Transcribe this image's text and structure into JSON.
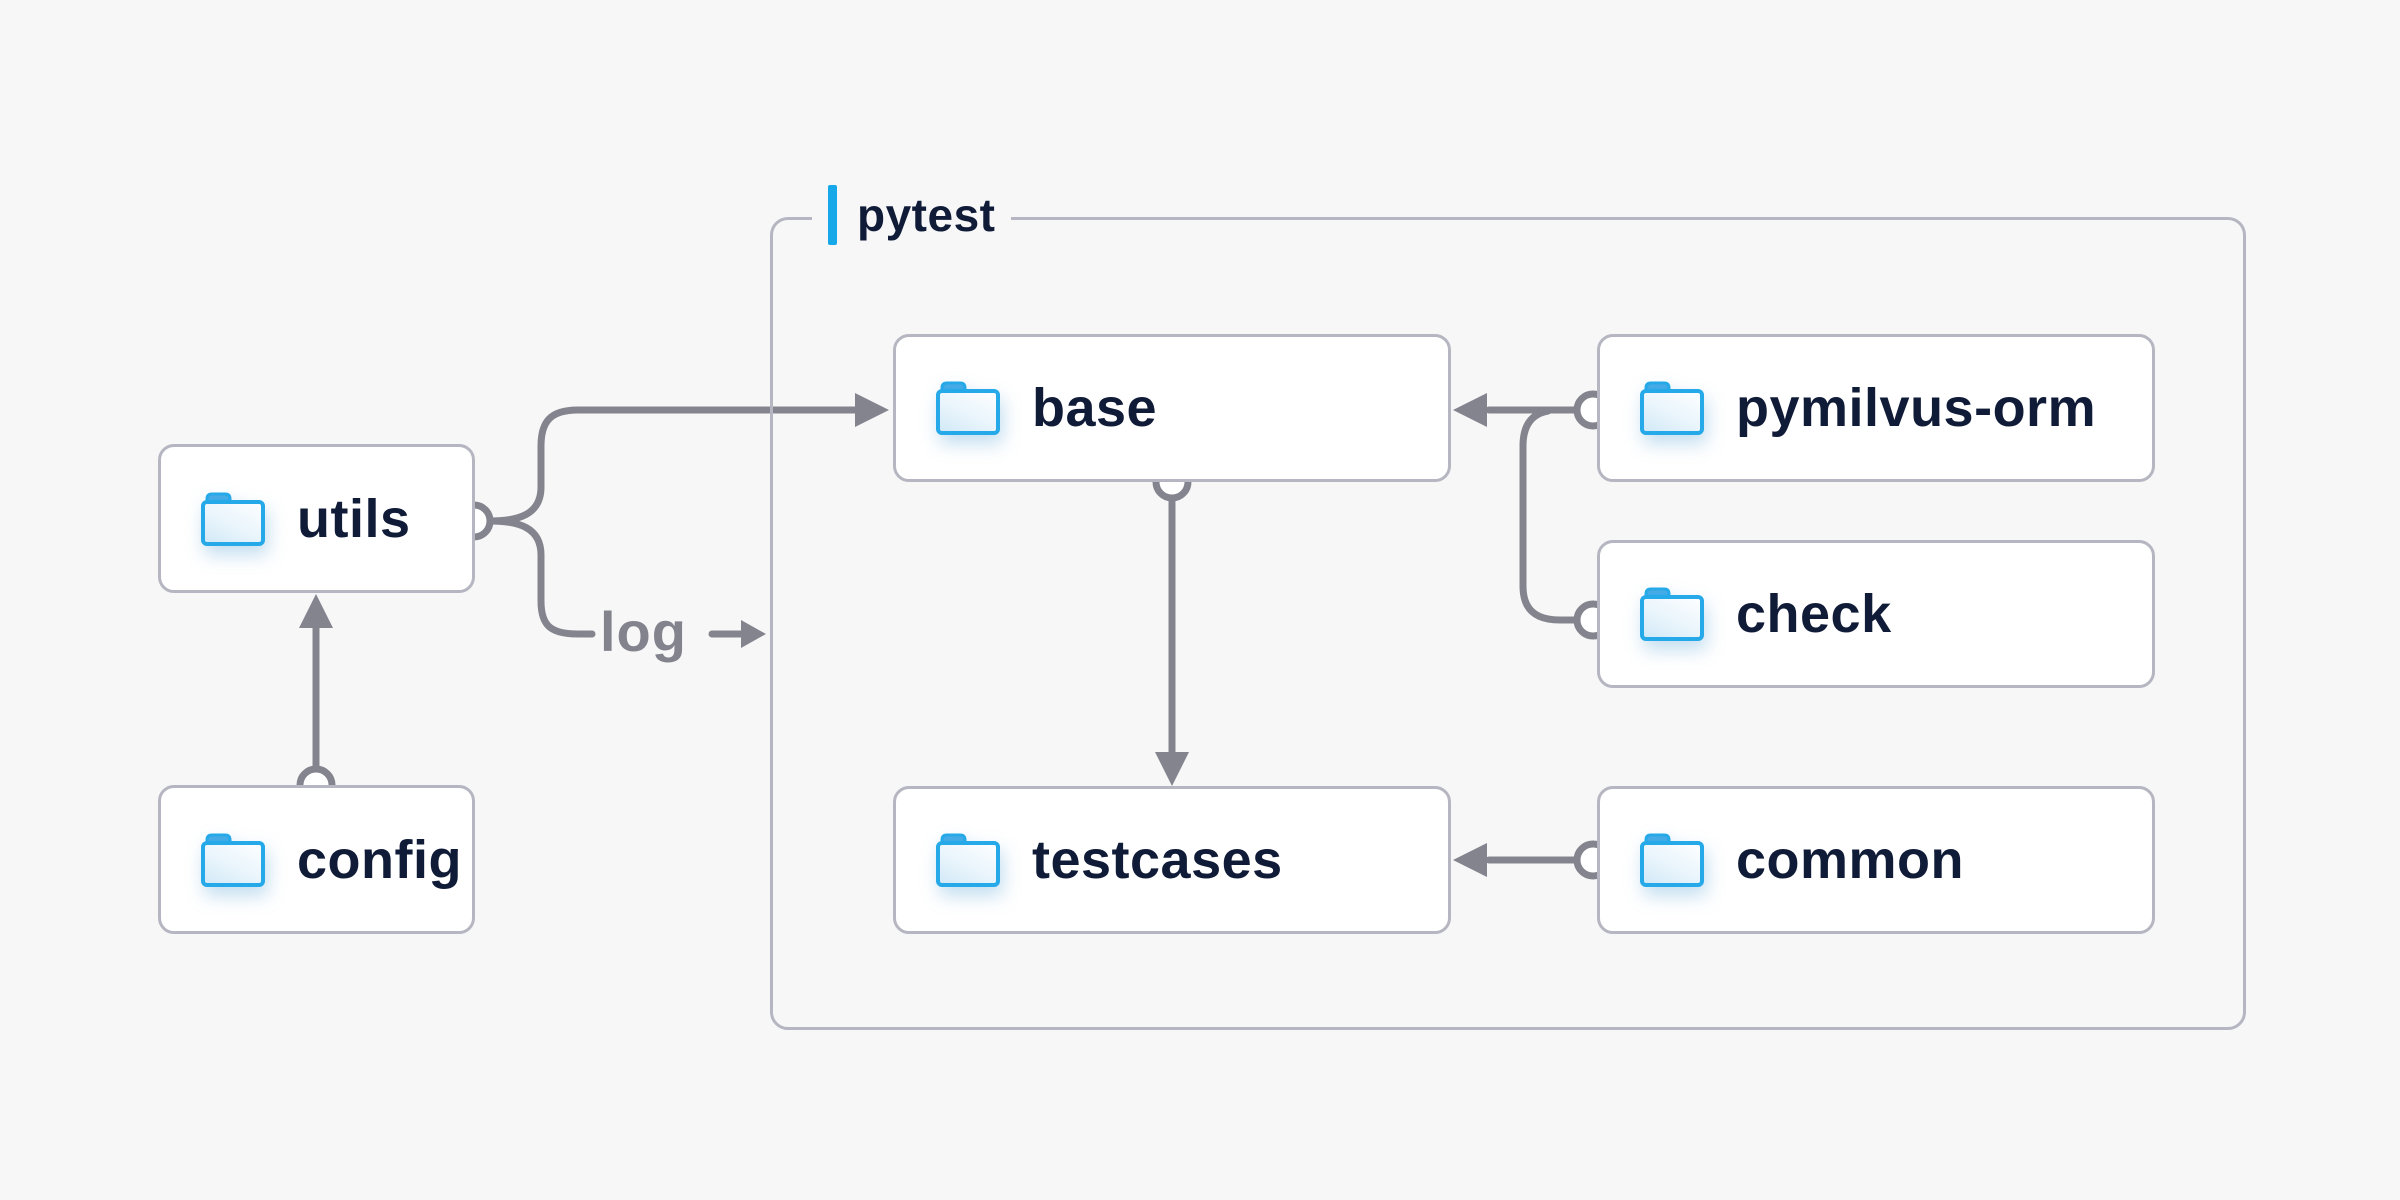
{
  "container": {
    "label": "pytest",
    "accent_color": "#17a8ea"
  },
  "nodes": {
    "utils": {
      "label": "utils",
      "icon": "folder-icon"
    },
    "config": {
      "label": "config",
      "icon": "folder-icon"
    },
    "base": {
      "label": "base",
      "icon": "folder-icon"
    },
    "pymilvus_orm": {
      "label": "pymilvus-orm",
      "icon": "folder-icon"
    },
    "check": {
      "label": "check",
      "icon": "folder-icon"
    },
    "testcases": {
      "label": "testcases",
      "icon": "folder-icon"
    },
    "common": {
      "label": "common",
      "icon": "folder-icon"
    }
  },
  "labels": {
    "log": "log"
  },
  "edges": [
    {
      "from": "config",
      "to": "utils",
      "style": "arrow"
    },
    {
      "from": "utils",
      "to": "base",
      "style": "arrow"
    },
    {
      "from": "utils",
      "to": "log",
      "style": "arrow-label"
    },
    {
      "from": "pymilvus-orm",
      "to": "base",
      "style": "arrow"
    },
    {
      "from": "check",
      "to": "base",
      "style": "arrow"
    },
    {
      "from": "base",
      "to": "testcases",
      "style": "arrow"
    },
    {
      "from": "common",
      "to": "testcases",
      "style": "arrow"
    }
  ],
  "colors": {
    "background": "#f7f7f8",
    "box_fill": "#ffffff",
    "box_border": "#b6b6c2",
    "connector": "#84848e",
    "text_dark": "#101b38",
    "text_gray": "#83838d",
    "folder_blue": "#25a9e8",
    "accent_blue": "#17a8ea"
  }
}
